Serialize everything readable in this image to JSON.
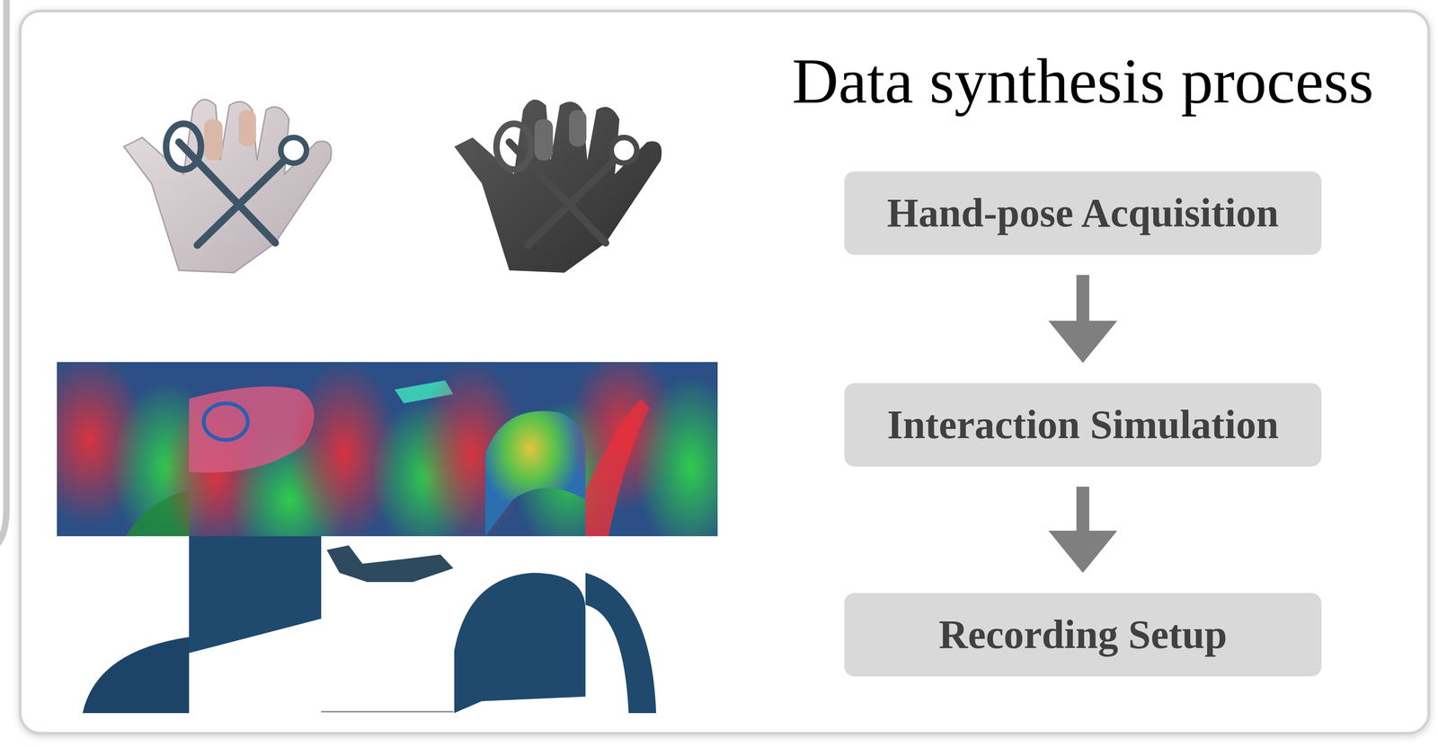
{
  "diagram": {
    "title": "Data synthesis process",
    "nodes": [
      {
        "text": [
          "Hand-pose Acquisition"
        ]
      },
      {
        "text": [
          "Interaction Simulation"
        ]
      },
      {
        "text": [
          "Recording Setup"
        ]
      }
    ],
    "edges": [
      {
        "from": 0,
        "to": 1,
        "arrow": "to"
      },
      {
        "from": 1,
        "to": 2,
        "arrow": "to"
      }
    ]
  }
}
